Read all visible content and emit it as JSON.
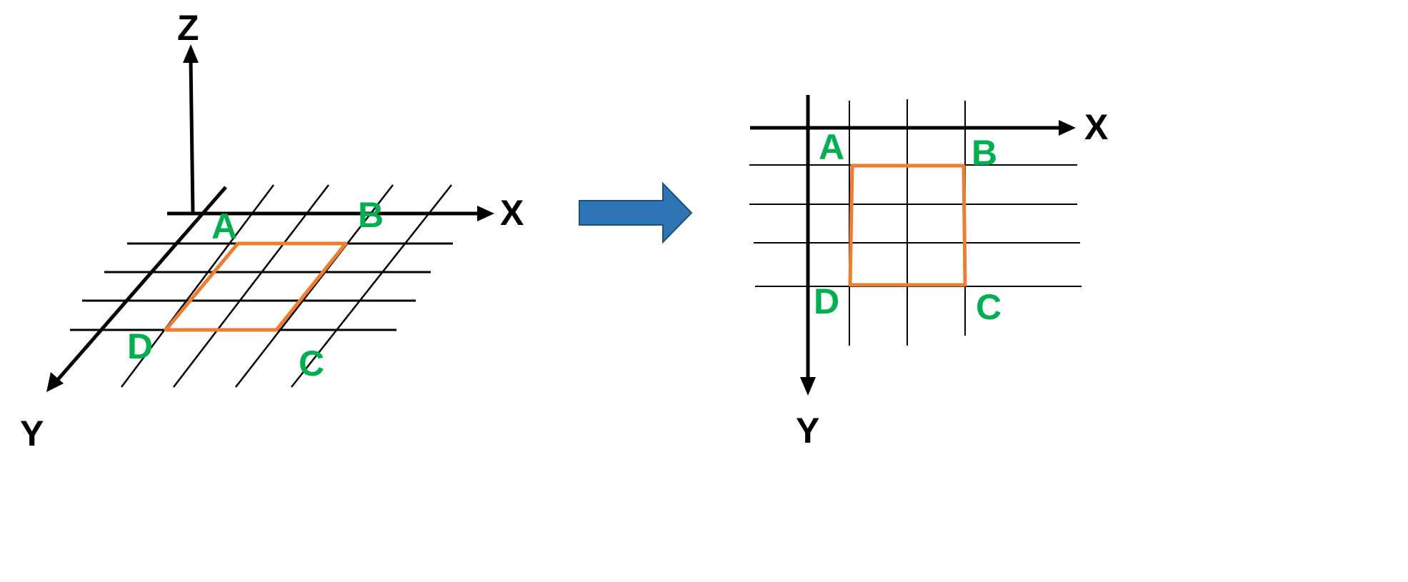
{
  "colors": {
    "background": "#ffffff",
    "axis": "#000000",
    "grid": "#000000",
    "region": "#ED7D31",
    "point_label": "#00B050",
    "arrow_fill": "#2E75B6",
    "arrow_stroke": "#1F4E79"
  },
  "left_view": {
    "axes": {
      "x": "X",
      "y": "Y",
      "z": "Z"
    },
    "points": {
      "a": "A",
      "b": "B",
      "c": "C",
      "d": "D"
    }
  },
  "transform_arrow": {
    "icon": "right-arrow-icon"
  },
  "right_view": {
    "axes": {
      "x": "X",
      "y": "Y"
    },
    "points": {
      "a": "A",
      "b": "B",
      "c": "C",
      "d": "D"
    }
  }
}
